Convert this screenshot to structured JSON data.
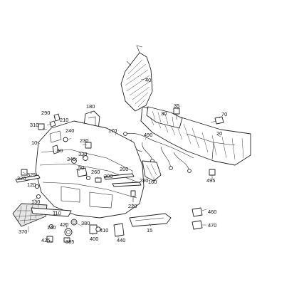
{
  "labels": {
    "l10": "10",
    "l15": "15",
    "l20": "20",
    "l30": "30",
    "l35": "35",
    "l40": "40",
    "l50": "50",
    "l60": "60",
    "l70": "70",
    "l110": "110",
    "l120": "120",
    "l130": "130",
    "l140": "140",
    "l160": "160",
    "l170": "170",
    "l180": "180",
    "l200": "200",
    "l210": "210",
    "l220": "220",
    "l230": "230",
    "l240": "240",
    "l260": "260",
    "l280": "280",
    "l290": "290",
    "l300": "300",
    "l310": "310",
    "l320": "320",
    "l325": "325",
    "l330": "330",
    "l340": "340",
    "l370": "370",
    "l380": "380",
    "l385": "385",
    "l400": "400",
    "l410": "410",
    "l420": "420",
    "l425": "425",
    "l440": "440",
    "l460": "460",
    "l470": "470",
    "l490": "490",
    "l495": "495"
  },
  "colors": {
    "line": "#222222",
    "background": "#ffffff",
    "fill_gray": "#e6e6e6"
  }
}
